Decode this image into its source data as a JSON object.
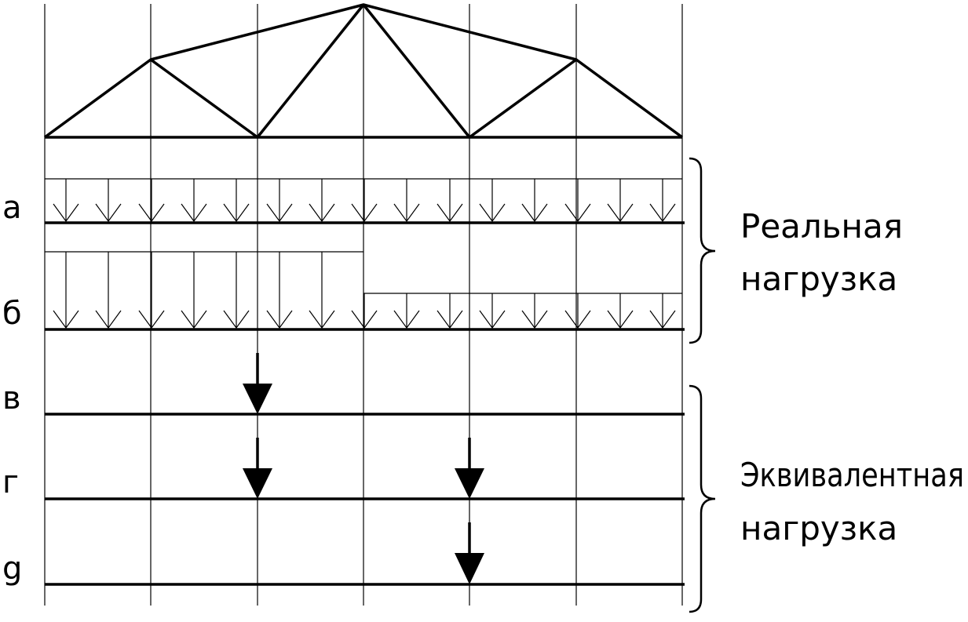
{
  "rows": [
    {
      "id": "a",
      "label": "а",
      "load": "uniform-full"
    },
    {
      "id": "b",
      "label": "б",
      "load": "uniform-stepped"
    },
    {
      "id": "v",
      "label": "в",
      "load": "point-left"
    },
    {
      "id": "g",
      "label": "г",
      "load": "point-both"
    },
    {
      "id": "d",
      "label": "g",
      "load": "point-right"
    }
  ],
  "groups": {
    "real": {
      "line1": "Реальная",
      "line2": "нагрузка"
    },
    "equivalent": {
      "line1": "Эквивалентная",
      "line2": "нагрузка"
    }
  },
  "colors": {
    "line": "#000000",
    "background": "#ffffff"
  }
}
